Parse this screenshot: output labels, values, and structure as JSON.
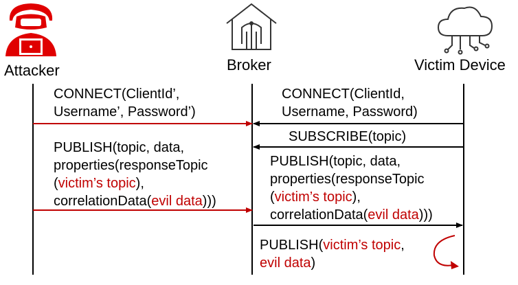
{
  "actors": {
    "attacker": "Attacker",
    "broker": "Broker",
    "victim": "Victim Device"
  },
  "icons": {
    "attacker": "hacker-icon",
    "broker": "router-house-icon",
    "victim": "cloud-iot-icon"
  },
  "colors": {
    "attack": "#c00000",
    "normal": "#000000"
  },
  "messages": {
    "m1": {
      "l1": "CONNECT(ClientId’,",
      "l2": "Username’, Password’)"
    },
    "m2": {
      "l1": "CONNECT(ClientId,",
      "l2": "Username, Password)"
    },
    "m3": {
      "l1": "SUBSCRIBE(topic)"
    },
    "m4": {
      "l1": "PUBLISH(topic, data,",
      "l2": "properties(responseTopic",
      "l3_pre": "(",
      "l3_red": "victim’s topic",
      "l3_post": "),",
      "l4_pre": "correlationData(",
      "l4_red": "evil data",
      "l4_post": ")))"
    },
    "m5": {
      "l1": "PUBLISH(topic, data,",
      "l2": "properties(responseTopic",
      "l3_pre": "(",
      "l3_red": "victim’s topic",
      "l3_post": "),",
      "l4_pre": "correlationData(",
      "l4_red": "evil data",
      "l4_post": ")))"
    },
    "m6": {
      "l1_pre": "PUBLISH(",
      "l1_red": "victim’s topic",
      "l1_post": ",",
      "l2_red": "evil data",
      "l2_post": ")"
    }
  }
}
